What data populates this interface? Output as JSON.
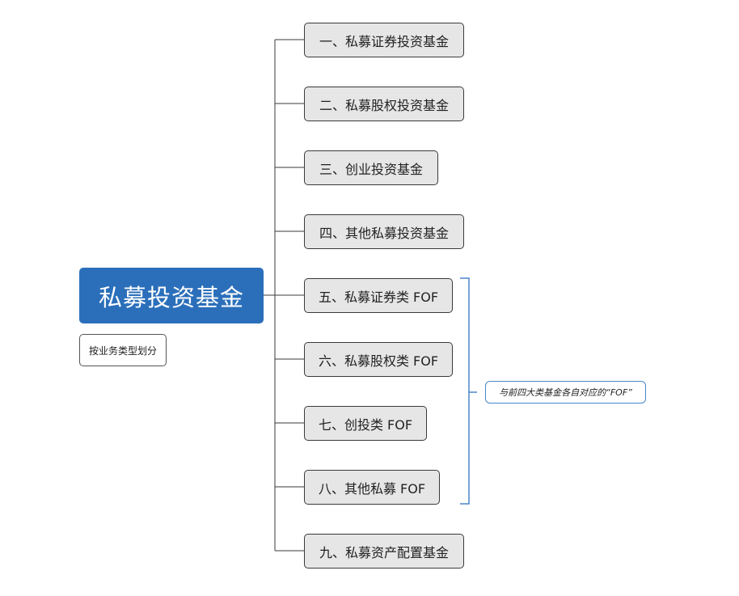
{
  "root": {
    "title": "私募投资基金",
    "note": "按业务类型划分"
  },
  "children": [
    {
      "label": "一、私募证券投资基金"
    },
    {
      "label": "二、私募股权投资基金"
    },
    {
      "label": "三、创业投资基金"
    },
    {
      "label": "四、其他私募投资基金"
    },
    {
      "label": "五、私募证券类 FOF"
    },
    {
      "label": "六、私募股权类 FOF"
    },
    {
      "label": "七、创投类 FOF"
    },
    {
      "label": "八、其他私募 FOF"
    },
    {
      "label": "九、私募资产配置基金"
    }
  ],
  "summary": {
    "label": "与前四大类基金各自对应的“FOF”"
  },
  "colors": {
    "root_fill": "#2b6fba",
    "child_fill": "#e6e6e6",
    "connector": "#3a3a3a",
    "bracket": "#4a86c8"
  }
}
